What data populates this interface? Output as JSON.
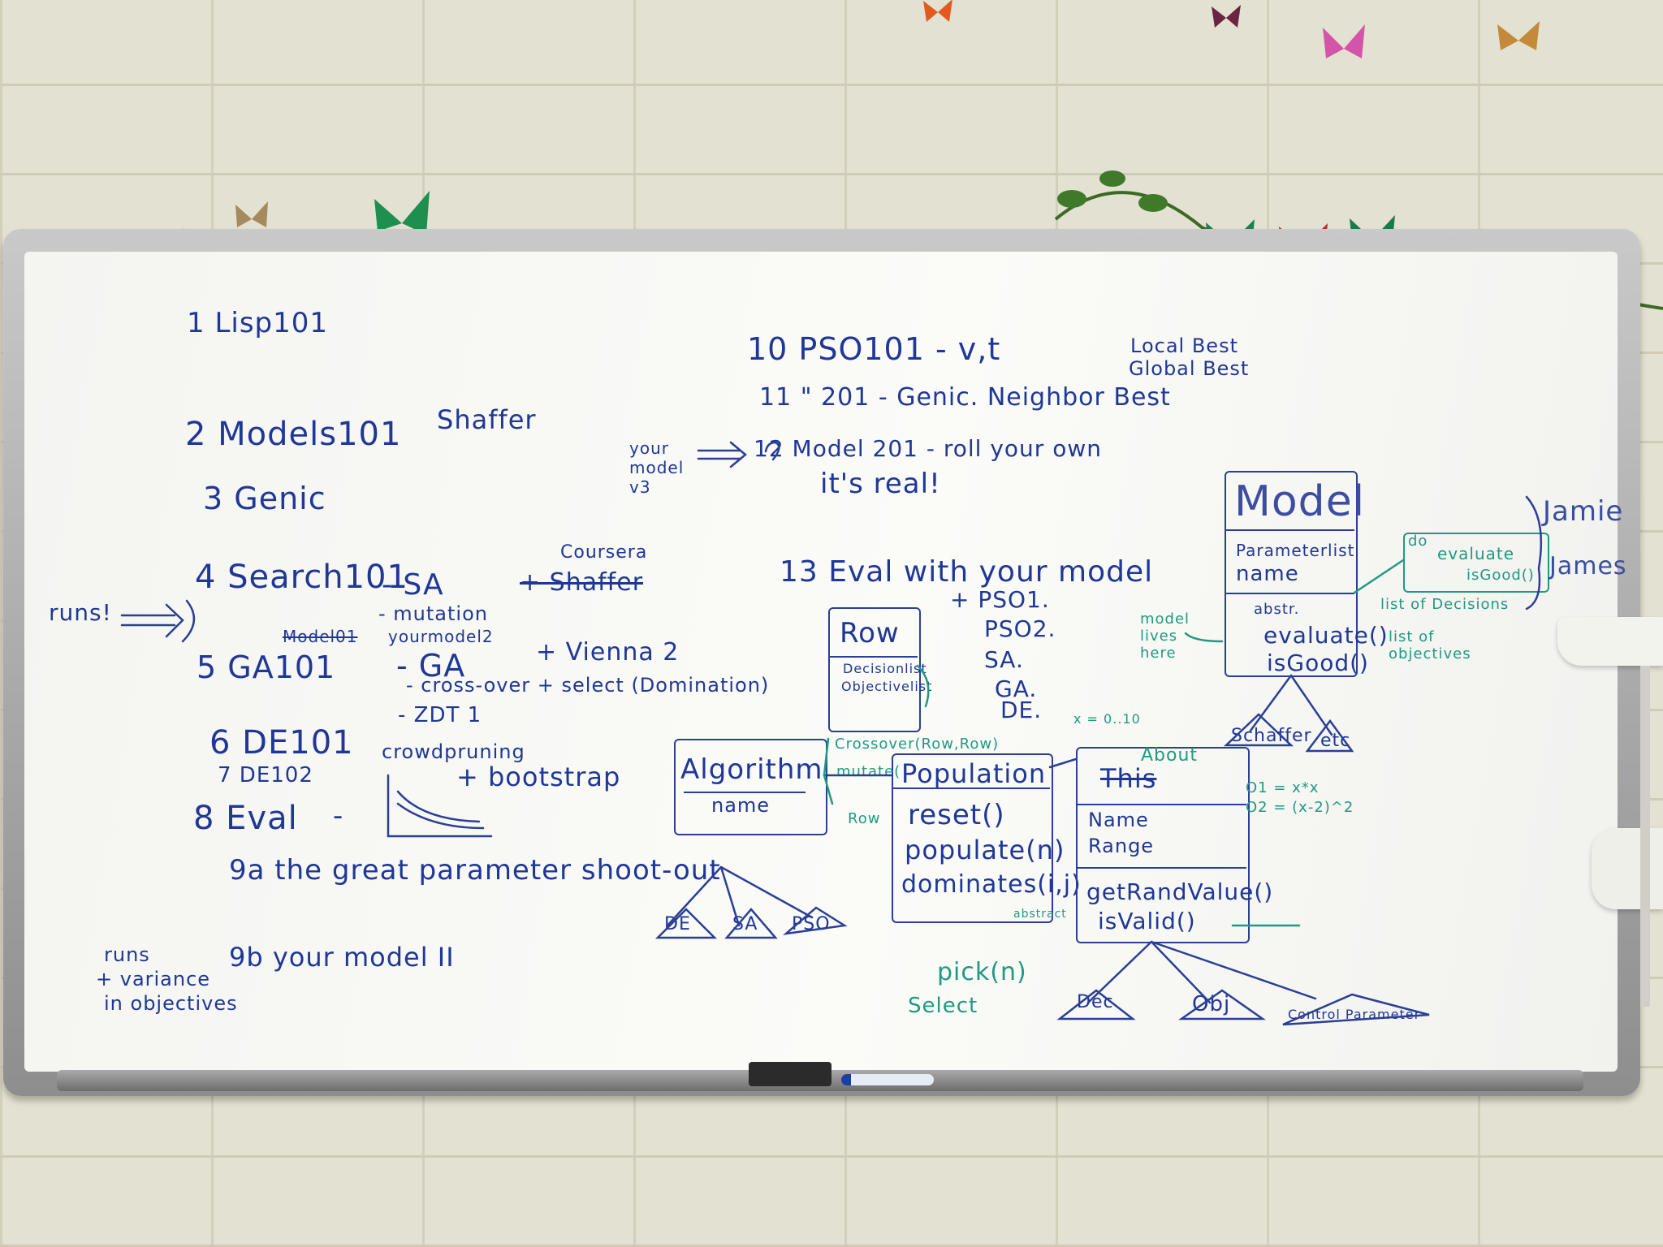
{
  "board": {
    "left_list": [
      "1 Lisp101",
      "2 Models101",
      "3 Genic",
      "4 Search101",
      "5 GA101",
      "6 DE101",
      "7 DE102",
      "8 Eval",
      "9a the great parameter shoot-out",
      "9b your model II"
    ],
    "left_notes": {
      "shaffer": "Shaffer",
      "sa": "- SA",
      "plus_shaffer": "+ Shaffer",
      "coursera": "Coursera",
      "mutation": "- mutation",
      "model_struck": "Model01",
      "yourmodel": "yourmodel2",
      "ga": "- GA",
      "vienna": "+ Vienna 2",
      "crossover": "- cross-over + select (Domination)",
      "zdt": "- ZDT 1",
      "crowdpruning": "crowdpruning",
      "bootstrap": "+ bootstrap",
      "eval_dash": "-",
      "runs": "runs!",
      "runs_variance_1": "runs",
      "runs_variance_2": "+ variance",
      "runs_variance_3": "in objectives"
    },
    "right_list": {
      "l10": "10 PSO101 - v,t",
      "l11": "11 \" 201 - Genic. Neighbor Best",
      "l12": "12 Model 201 - roll your own",
      "its_real": "it's real!",
      "your_model_v3": "your model v3",
      "local_best": "Local Best",
      "global_best": "Global Best",
      "l13": "13 Eval with your model",
      "pso1": "+ PSO1.",
      "pso2": "PSO2.",
      "sa": "SA.",
      "ga": "GA.",
      "de": "DE."
    },
    "uml": {
      "row": {
        "title": "Row",
        "attrs": [
          "Decisionlist",
          "Objectivelist"
        ]
      },
      "algorithm": {
        "title": "Algorithm",
        "attrs": [
          "name"
        ]
      },
      "population": {
        "title": "Population",
        "methods": [
          "reset()",
          "populate(n)",
          "dominates(i,j)"
        ]
      },
      "about": {
        "title": "About",
        "struck": "This",
        "attrs": [
          "Name",
          "Range"
        ],
        "methods": [
          "getRandValue()",
          "isValid()"
        ]
      },
      "model": {
        "title": "Model",
        "attrs": [
          "Parameterlist",
          "name"
        ],
        "methods": [
          "abstr.",
          "evaluate()",
          "isGood()"
        ]
      },
      "tree_children_left": [
        "DE",
        "SA",
        "PSO"
      ],
      "tree_children_about": [
        "Dec",
        "Obj",
        "Control Parameter"
      ],
      "tree_children_model": [
        "Schaffer",
        "etc"
      ]
    },
    "teal_notes": {
      "crossover": "Crossover(Row,Row)",
      "mutate": "mutate(",
      "row": "Row",
      "pick": "pick(n)",
      "select": "Select",
      "abstract": "abstract",
      "evaluate_box": "evaluate",
      "is_good_box": "isGood()",
      "do": "do",
      "list_decisions": "list of Decisions",
      "list_objectives": "list of objectives",
      "model_lives_here": "model lives here",
      "schaffer_o1": "O1 = x*x",
      "schaffer_o2": "O2 = (x-2)^2",
      "x_range": "x = 0..10",
      "names": [
        "Jamie",
        "James"
      ]
    }
  },
  "colors": {
    "marker_blue": "#1f3797",
    "marker_teal": "#1f9a82",
    "wall": "#e3e1d2",
    "frame": "#9a9a9a",
    "board": "#f8f8f5"
  }
}
